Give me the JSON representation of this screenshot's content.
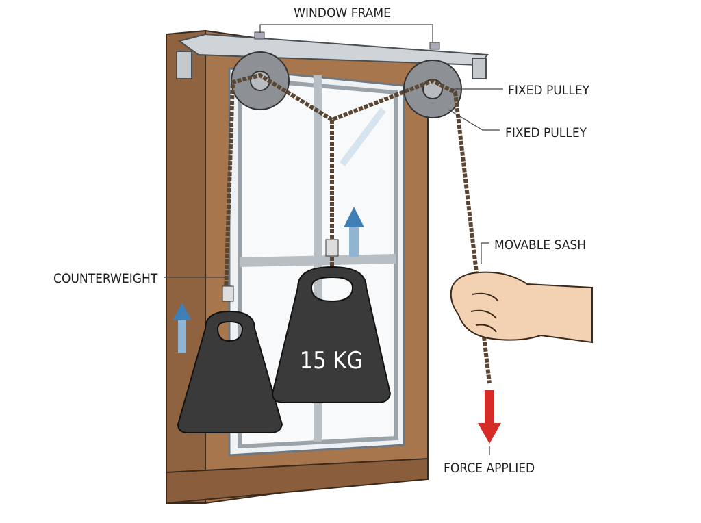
{
  "labels": {
    "window_frame": "WINDOW FRAME",
    "fixed_pulley_1": "FIXED PULLEY",
    "fixed_pulley_2": "FIXED PULLEY",
    "movable_sash": "MOVABLE SASH",
    "counterweight": "COUNTERWEIGHT",
    "force_applied": "FORCE APPLIED"
  },
  "weight_label": "15 KG",
  "colors": {
    "wood": "#9a6b45",
    "metal": "#c9ced3",
    "rope": "#5a4632",
    "weight": "#3a3a3a",
    "up_arrow": "#3f7fb5",
    "force_arrow": "#d62b27",
    "skin": "#f3d2b3"
  }
}
